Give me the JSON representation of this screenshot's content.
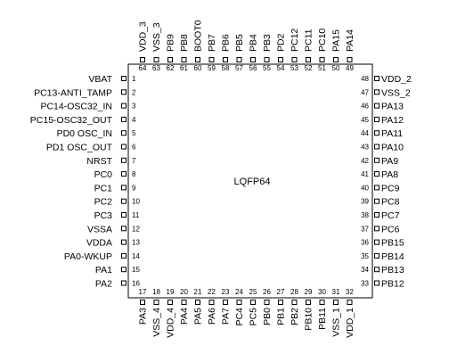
{
  "package_label": "LQFP64",
  "pins": {
    "left": [
      {
        "num": "1",
        "name": "VBAT"
      },
      {
        "num": "2",
        "name": "PC13-ANTI_TAMP"
      },
      {
        "num": "3",
        "name": "PC14-OSC32_IN"
      },
      {
        "num": "4",
        "name": "PC15-OSC32_OUT"
      },
      {
        "num": "5",
        "name": "PD0 OSC_IN"
      },
      {
        "num": "6",
        "name": "PD1 OSC_OUT"
      },
      {
        "num": "7",
        "name": "NRST"
      },
      {
        "num": "8",
        "name": "PC0"
      },
      {
        "num": "9",
        "name": "PC1"
      },
      {
        "num": "10",
        "name": "PC2"
      },
      {
        "num": "11",
        "name": "PC3"
      },
      {
        "num": "12",
        "name": "VSSA"
      },
      {
        "num": "13",
        "name": "VDDA"
      },
      {
        "num": "14",
        "name": "PA0-WKUP"
      },
      {
        "num": "15",
        "name": "PA1"
      },
      {
        "num": "16",
        "name": "PA2"
      }
    ],
    "bottom": [
      {
        "num": "17",
        "name": "PA3"
      },
      {
        "num": "18",
        "name": "VSS_4"
      },
      {
        "num": "19",
        "name": "VDD_4"
      },
      {
        "num": "20",
        "name": "PA4"
      },
      {
        "num": "21",
        "name": "PA5"
      },
      {
        "num": "22",
        "name": "PA6"
      },
      {
        "num": "23",
        "name": "PA7"
      },
      {
        "num": "24",
        "name": "PC4"
      },
      {
        "num": "25",
        "name": "PC5"
      },
      {
        "num": "26",
        "name": "PB0"
      },
      {
        "num": "27",
        "name": "PB1"
      },
      {
        "num": "28",
        "name": "PB2"
      },
      {
        "num": "29",
        "name": "PB10"
      },
      {
        "num": "30",
        "name": "PB11"
      },
      {
        "num": "31",
        "name": "VSS_1"
      },
      {
        "num": "32",
        "name": "VDD_1"
      }
    ],
    "right": [
      {
        "num": "48",
        "name": "VDD_2"
      },
      {
        "num": "47",
        "name": "VSS_2"
      },
      {
        "num": "46",
        "name": "PA13"
      },
      {
        "num": "45",
        "name": "PA12"
      },
      {
        "num": "44",
        "name": "PA11"
      },
      {
        "num": "43",
        "name": "PA10"
      },
      {
        "num": "42",
        "name": "PA9"
      },
      {
        "num": "41",
        "name": "PA8"
      },
      {
        "num": "40",
        "name": "PC9"
      },
      {
        "num": "39",
        "name": "PC8"
      },
      {
        "num": "38",
        "name": "PC7"
      },
      {
        "num": "37",
        "name": "PC6"
      },
      {
        "num": "36",
        "name": "PB15"
      },
      {
        "num": "35",
        "name": "PB14"
      },
      {
        "num": "34",
        "name": "PB13"
      },
      {
        "num": "33",
        "name": "PB12"
      }
    ],
    "top": [
      {
        "num": "64",
        "name": "VDD_3"
      },
      {
        "num": "63",
        "name": "VSS_3"
      },
      {
        "num": "62",
        "name": "PB9"
      },
      {
        "num": "61",
        "name": "PB8"
      },
      {
        "num": "60",
        "name": "BOOT0"
      },
      {
        "num": "59",
        "name": "PB7"
      },
      {
        "num": "58",
        "name": "PB6"
      },
      {
        "num": "57",
        "name": "PB5"
      },
      {
        "num": "56",
        "name": "PB4"
      },
      {
        "num": "55",
        "name": "PB3"
      },
      {
        "num": "54",
        "name": "PD2"
      },
      {
        "num": "53",
        "name": "PC12"
      },
      {
        "num": "52",
        "name": "PC11"
      },
      {
        "num": "51",
        "name": "PC10"
      },
      {
        "num": "50",
        "name": "PA15"
      },
      {
        "num": "49",
        "name": "PA14"
      }
    ]
  }
}
